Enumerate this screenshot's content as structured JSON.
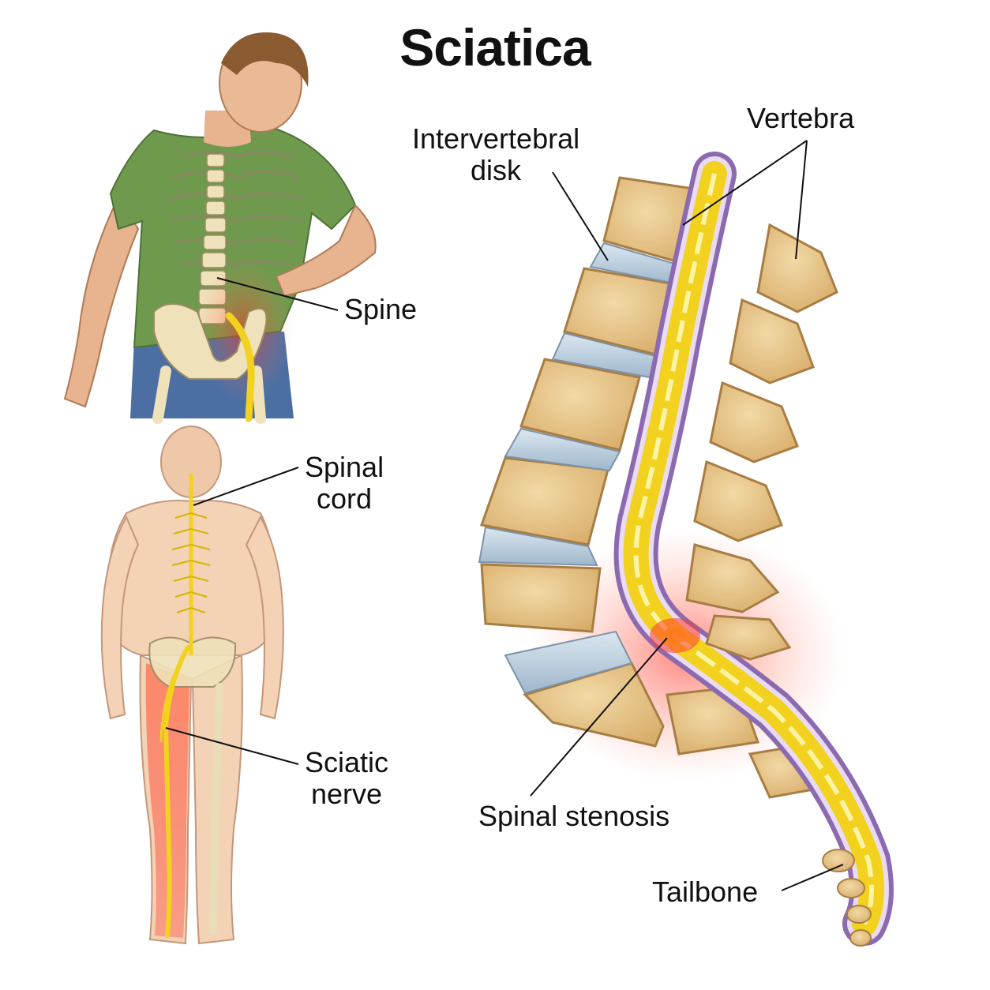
{
  "title": "Sciatica",
  "labels": {
    "spine": "Spine",
    "spinal_cord": [
      "Spinal",
      "cord"
    ],
    "sciatic_nerve": [
      "Sciatic",
      "nerve"
    ],
    "intervertebral_disk": [
      "Intervertebral",
      "disk"
    ],
    "vertebra": "Vertebra",
    "spinal_stenosis": "Spinal stenosis",
    "tailbone": "Tailbone"
  },
  "colors": {
    "bone": "#e9c98f",
    "bone_dark": "#b88a4e",
    "disk": "#b9cfe0",
    "nerve": "#f2d21f",
    "sheath": "#8c6ab0",
    "inflammation": "#ff3b2f",
    "skin": "#f3c9a8",
    "shirt": "#6f9a4e",
    "jeans": "#4b6fa3"
  }
}
